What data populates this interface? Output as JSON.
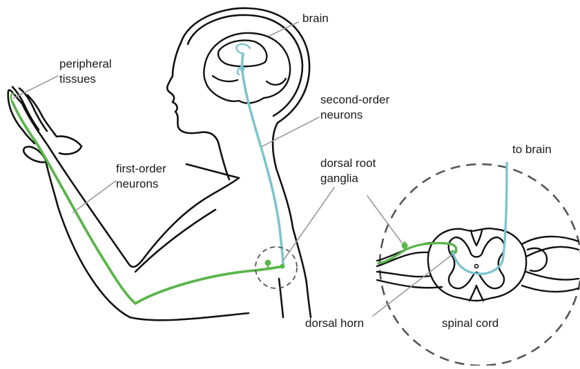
{
  "labels": {
    "brain": "brain",
    "peripheral_tissues": [
      "peripheral",
      "tissues"
    ],
    "second_order_neurons": [
      "second-order",
      "neurons"
    ],
    "first_order_neurons": [
      "first-order",
      "neurons"
    ],
    "dorsal_root_ganglia": [
      "dorsal root",
      "ganglia"
    ],
    "to_brain": "to brain",
    "dorsal_horn": "dorsal horn",
    "spinal_cord": "spinal cord"
  },
  "colors": {
    "outline": "#111111",
    "first_order": "#5ab54b",
    "second_order": "#7cc4cf",
    "leader": "#9a9a9a",
    "inset_circle": "#555555"
  }
}
